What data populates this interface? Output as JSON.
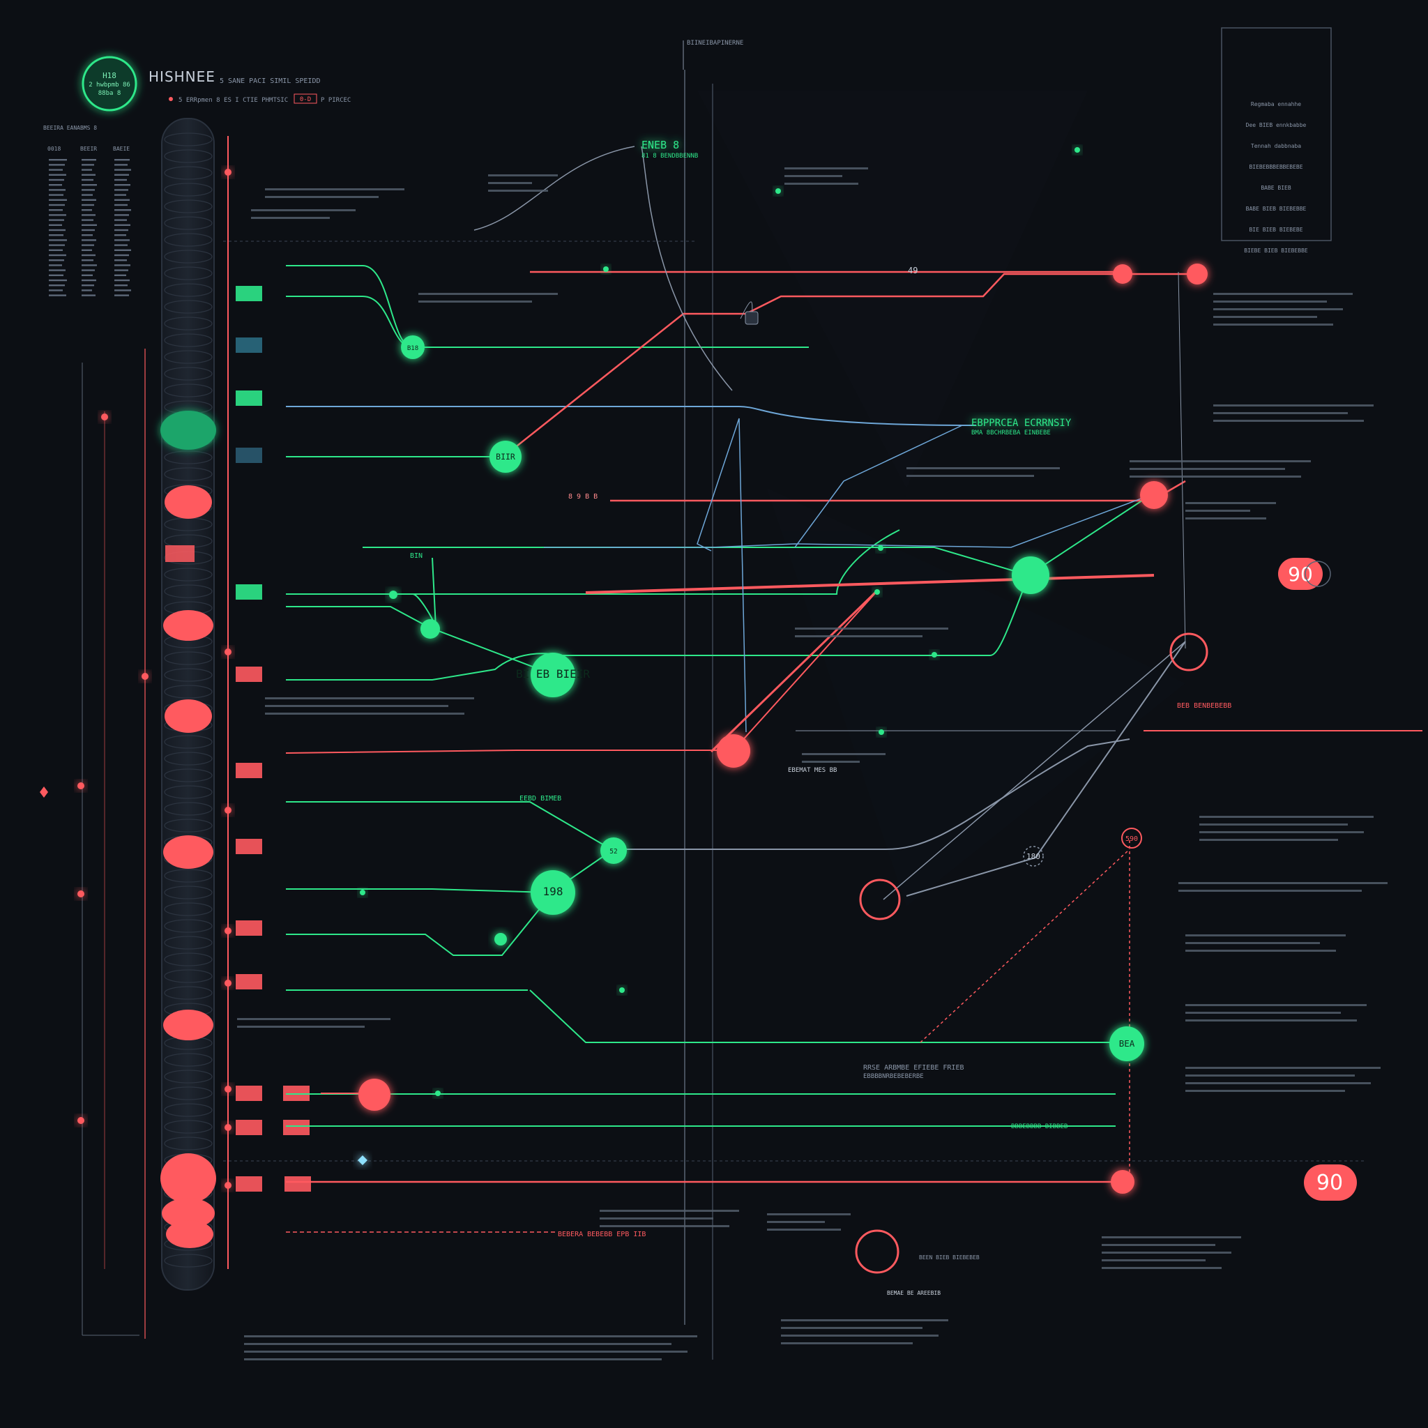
{
  "header": {
    "badge_lines": [
      "H18",
      "2 hwbpmb 86",
      "88ba 8"
    ],
    "title": "HISHNEE",
    "subtitle": "5 SANE PACI SIMIL SPEIDD",
    "info_line": "5 ERRpmen 8 ES I CTIE PHMTSIC",
    "info_badge": "0-D",
    "info_tail": "P PIRCEC"
  },
  "top_marker": "BIINEIBAPINERNE",
  "left_table": {
    "caption": "BEEIRA EANABMS 8",
    "columns": [
      "0018",
      "BEEIR",
      "BAEIE"
    ]
  },
  "info_box": {
    "lines": [
      "Regmaba ennahhe",
      "Dee BIEB ennkbabbe",
      "Tennah dabbnaba",
      "BIEBEBBBEBBEBEBE",
      "BABE BIEB",
      "BABE BIEB BIEBEBBE",
      "BIE BIEB BIEBEBE",
      "BIEBE BIEB BIEBEBBE"
    ]
  },
  "labels": {
    "hub_top": "ENEB 8",
    "hub_top_sub": "81 8 BENDBBENNB",
    "process_title": "EBPPRCEA ECRRNSIY",
    "process_sub": "BMA 8BCHRBEBA EINBEBE",
    "node_a": "B18",
    "node_b": "BIIR",
    "node_c": "BI EB BIEIR",
    "node_d": "52",
    "node_e": "198",
    "node_f": "180",
    "node_g": "590",
    "node_h": "BEA",
    "value_1": "90",
    "value_2": "90",
    "marker_1": "49",
    "marker_2": "8 9 B B",
    "bottom_red": "BEBERA BEBEBB EPB IIB",
    "path_text_a": "RRSE ARBMBE EFIEBE FRIEB",
    "path_text_b": "EBBBBNRBEBEBERBE",
    "green_tag_1": "EEBD BIMEB",
    "green_tag_2": "BIN",
    "red_tag": "BEB BENBEBEBB",
    "green_tag_3": "BBBEBBBB BIBBEB",
    "section_mid": "EBEMAT MES BB"
  },
  "legend": {
    "hub": "BEMAE BE AREEBIB",
    "bottom_note": "BEEN BIEB BIEBEBEB"
  },
  "colors": {
    "background": "#0c0f14",
    "green": "#2ee88a",
    "red": "#ff5a5f",
    "blue": "#6ea7d8",
    "grey": "#8a96a8"
  }
}
